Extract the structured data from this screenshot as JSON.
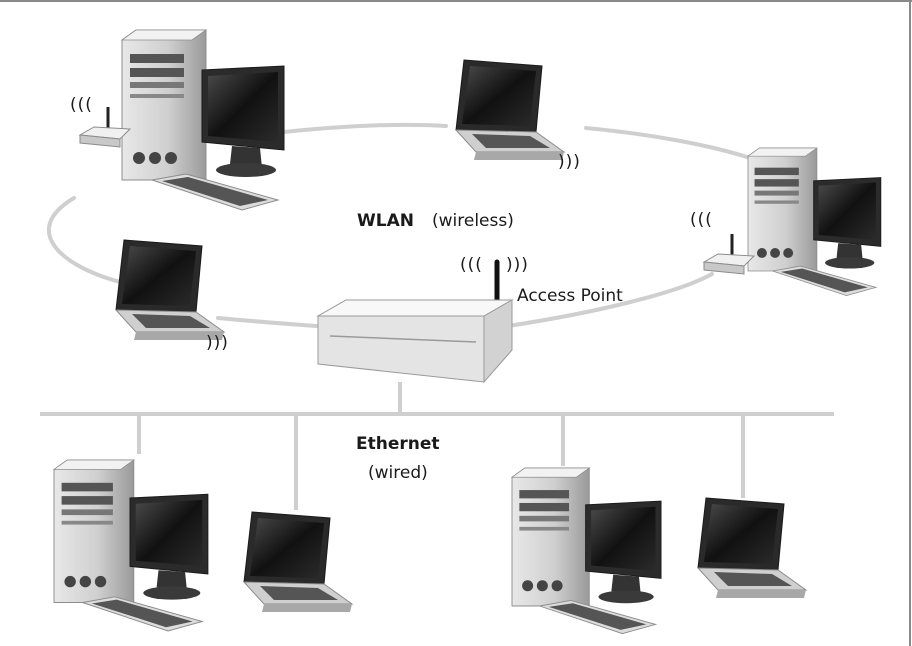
{
  "labels": {
    "wlan_title": "WLAN",
    "wlan_sub": "(wireless)",
    "access_point": "Access Point",
    "ethernet_title": "Ethernet",
    "ethernet_sub": "(wired)"
  },
  "signals": {
    "left": "(((",
    "right": ")))",
    "ap_left": "(((",
    "ap_right": ")))"
  },
  "colors": {
    "link": "#cfcfcf",
    "frame": "#8a8a8a",
    "text": "#1a1a1a"
  }
}
